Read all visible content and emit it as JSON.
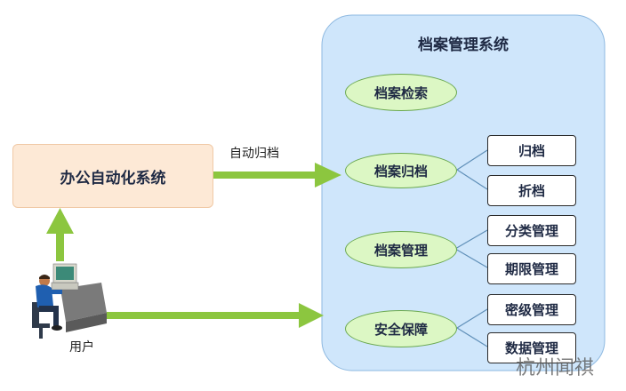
{
  "archive_system": {
    "title": "档案管理系统",
    "nodes": [
      {
        "label": "档案检索",
        "children": []
      },
      {
        "label": "档案归档",
        "children": [
          "归档",
          "折档"
        ]
      },
      {
        "label": "档案管理",
        "children": [
          "分类管理",
          "期限管理"
        ]
      },
      {
        "label": "安全保障",
        "children": [
          "密级管理",
          "数据管理"
        ]
      }
    ]
  },
  "oa_system": {
    "label": "办公自动化系统"
  },
  "auto_archive_label": "自动归档",
  "user_label": "用户",
  "watermark": "杭州闻祺",
  "colors": {
    "panel_fill": "#cfe6fb",
    "ellipse_fill": "#dcf7c4",
    "oa_fill": "#fde9d6",
    "arrow": "#8cc63f"
  }
}
